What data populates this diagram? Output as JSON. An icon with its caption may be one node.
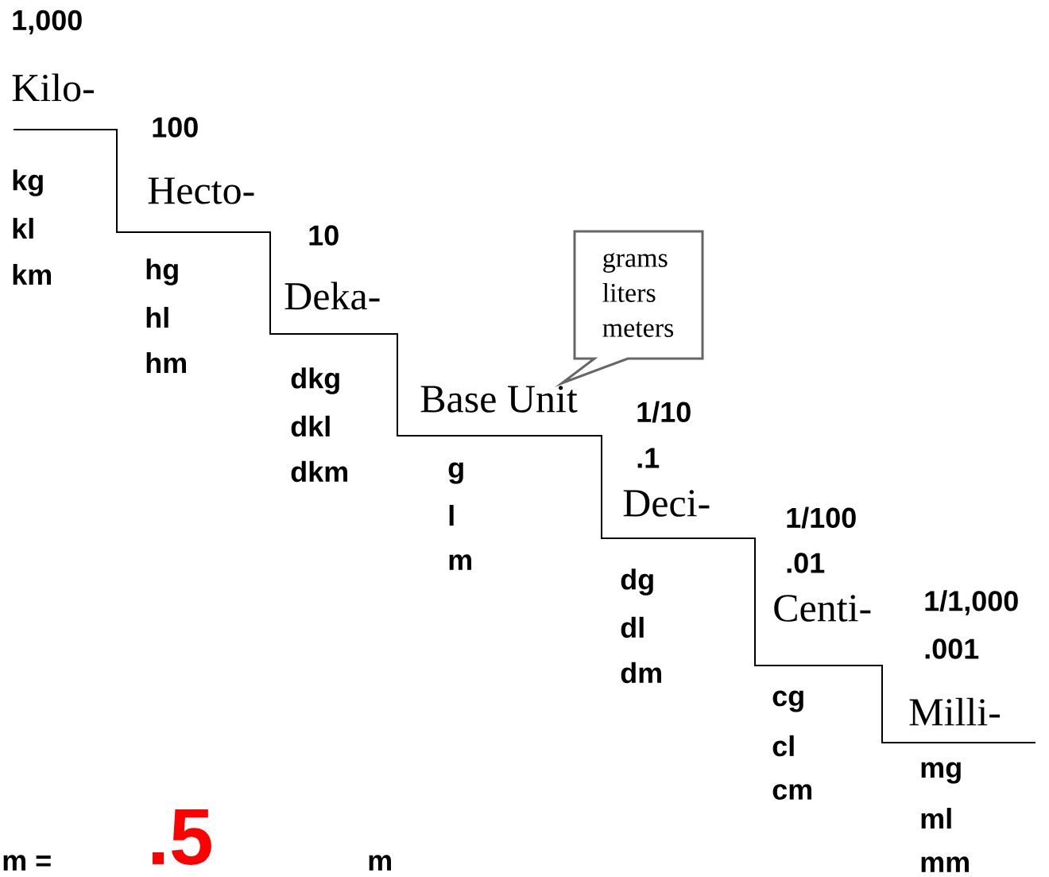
{
  "diagram": {
    "nodes": [
      {
        "text": [
          "grams",
          "liters",
          "meters"
        ]
      }
    ],
    "labels": [
      "1,000",
      "Kilo-",
      "kg",
      "kl",
      "km",
      "100",
      "Hecto-",
      "hg",
      "hl",
      "hm",
      "10",
      "Deka-",
      "dkg",
      "dkl",
      "dkm",
      "Base Unit",
      "g",
      "l",
      "m",
      "1/10",
      ".1",
      "Deci-",
      "dg",
      "dl",
      "dm",
      "1/100",
      ".01",
      "Centi-",
      "cg",
      "cl",
      "cm",
      "1/1,000",
      ".001",
      "Milli-",
      "mg",
      "ml",
      "mm",
      "m =",
      ".5",
      "m"
    ]
  }
}
